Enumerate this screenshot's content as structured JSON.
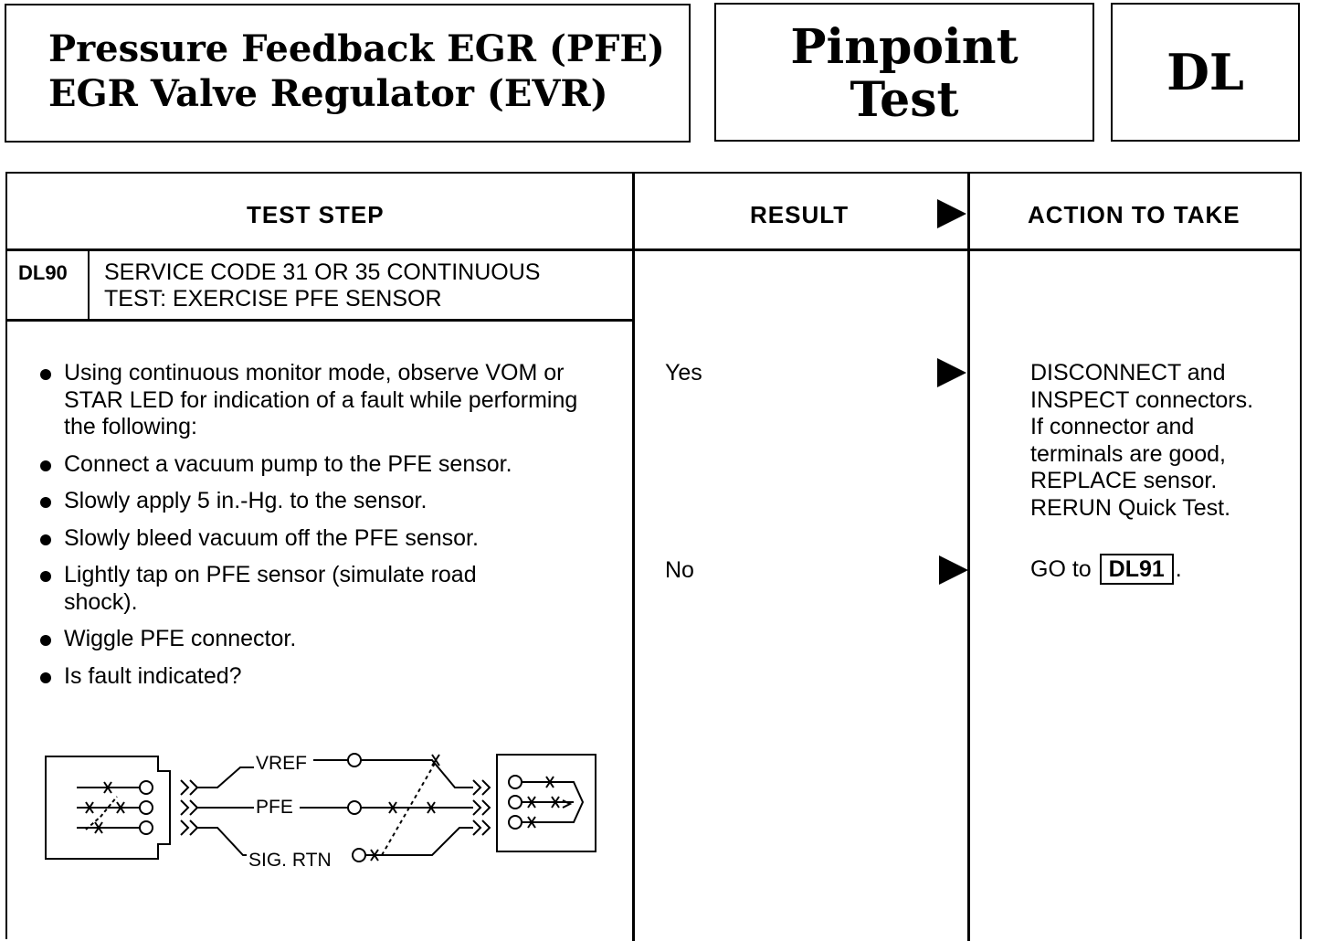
{
  "header": {
    "title_lines": [
      "Pressure Feedback EGR (PFE)",
      "EGR Valve Regulator (EVR)"
    ],
    "pinpoint_lines": [
      "Pinpoint",
      "Test"
    ],
    "code": "DL"
  },
  "table": {
    "col_test_step": "TEST STEP",
    "col_result": "RESULT",
    "col_action": "ACTION TO TAKE"
  },
  "step": {
    "code": "DL90",
    "title_lines": [
      "SERVICE CODE 31 OR 35 CONTINUOUS",
      "TEST: EXERCISE PFE SENSOR"
    ],
    "bullets": [
      "Using continuous monitor mode, observe VOM or STAR LED for indication of a fault while performing the following:",
      "Connect a vacuum pump to the PFE sensor.",
      "Slowly apply 5 in.-Hg. to the sensor.",
      "Slowly bleed vacuum off the PFE sensor.",
      "Lightly tap on PFE sensor (simulate road shock).",
      "Wiggle PFE connector.",
      "Is fault indicated?"
    ]
  },
  "results": [
    {
      "result": "Yes",
      "action_lines": [
        "DISCONNECT and",
        "INSPECT connectors.",
        "If connector and",
        "terminals are good,",
        "REPLACE sensor.",
        "RERUN Quick Test."
      ]
    },
    {
      "result": "No",
      "action_prefix": "GO to",
      "action_ref": "DL91",
      "action_suffix": "."
    }
  ],
  "diagram": {
    "labels": [
      "VREF",
      "PFE",
      "SIG. RTN"
    ]
  }
}
